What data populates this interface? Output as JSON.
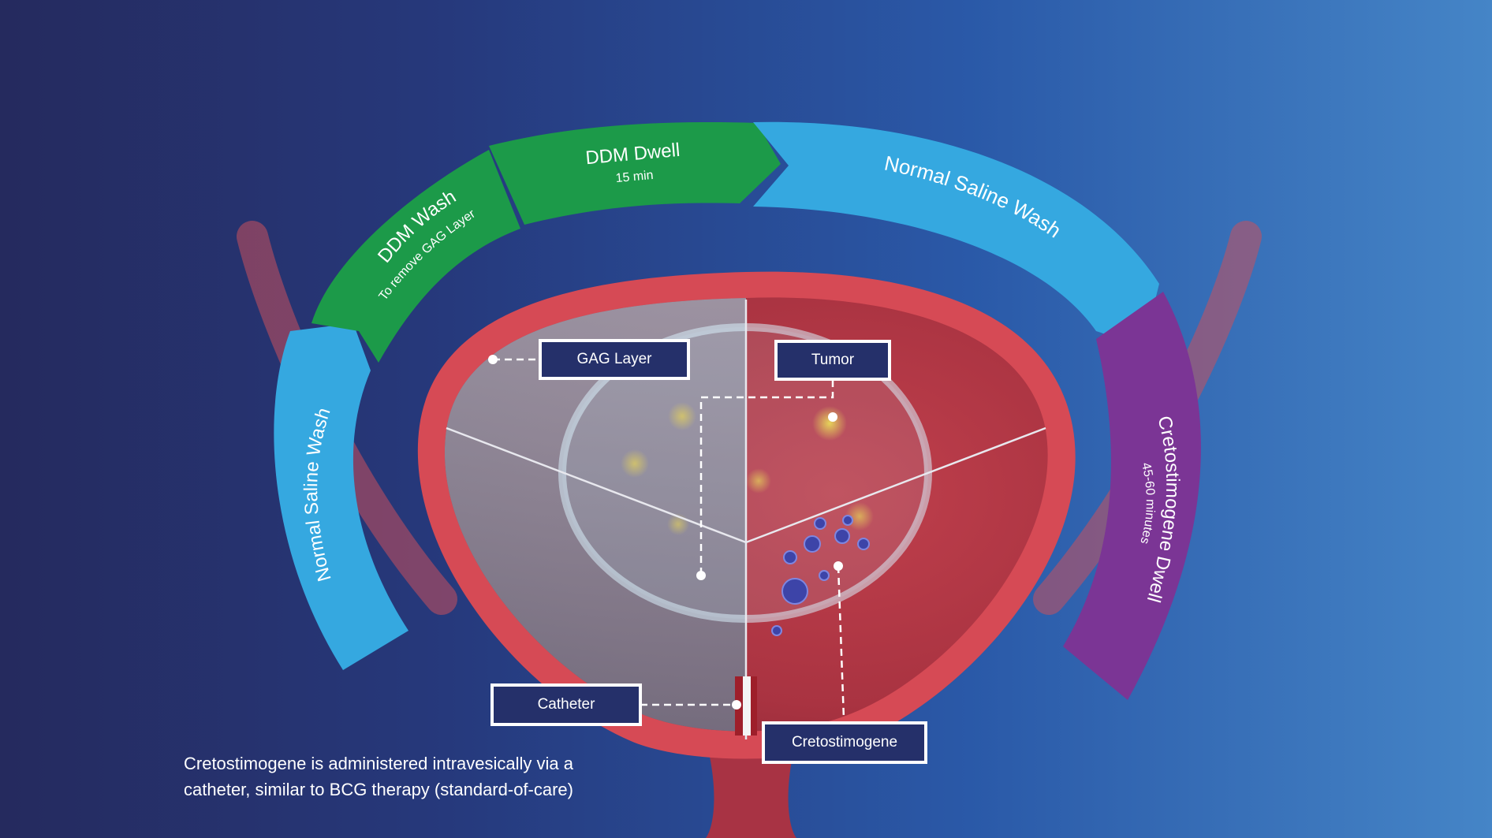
{
  "steps": {
    "normal_saline_wash_left": {
      "title": "Normal Saline Wash",
      "color": "#35a8e0"
    },
    "ddm_wash": {
      "title": "DDM Wash",
      "subtitle": "To remove GAG Layer",
      "color": "#1c9a49"
    },
    "ddm_dwell": {
      "title": "DDM Dwell",
      "subtitle": "15 min",
      "color": "#1c9a49"
    },
    "normal_saline_wash_top": {
      "title": "Normal Saline Wash",
      "color": "#35a8e0"
    },
    "cretostimogene_dwell": {
      "title": "Cretostimogene Dwell",
      "subtitle": "45-60 minutes",
      "color": "#7b3595"
    }
  },
  "labels": {
    "gag_layer": "GAG Layer",
    "tumor": "Tumor",
    "catheter": "Catheter",
    "cretostimogene": "Cretostimogene"
  },
  "caption": {
    "line1": "Cretostimogene is administered intravesically via a",
    "line2": "catheter, similar to BCG therapy (standard-of-care)"
  }
}
